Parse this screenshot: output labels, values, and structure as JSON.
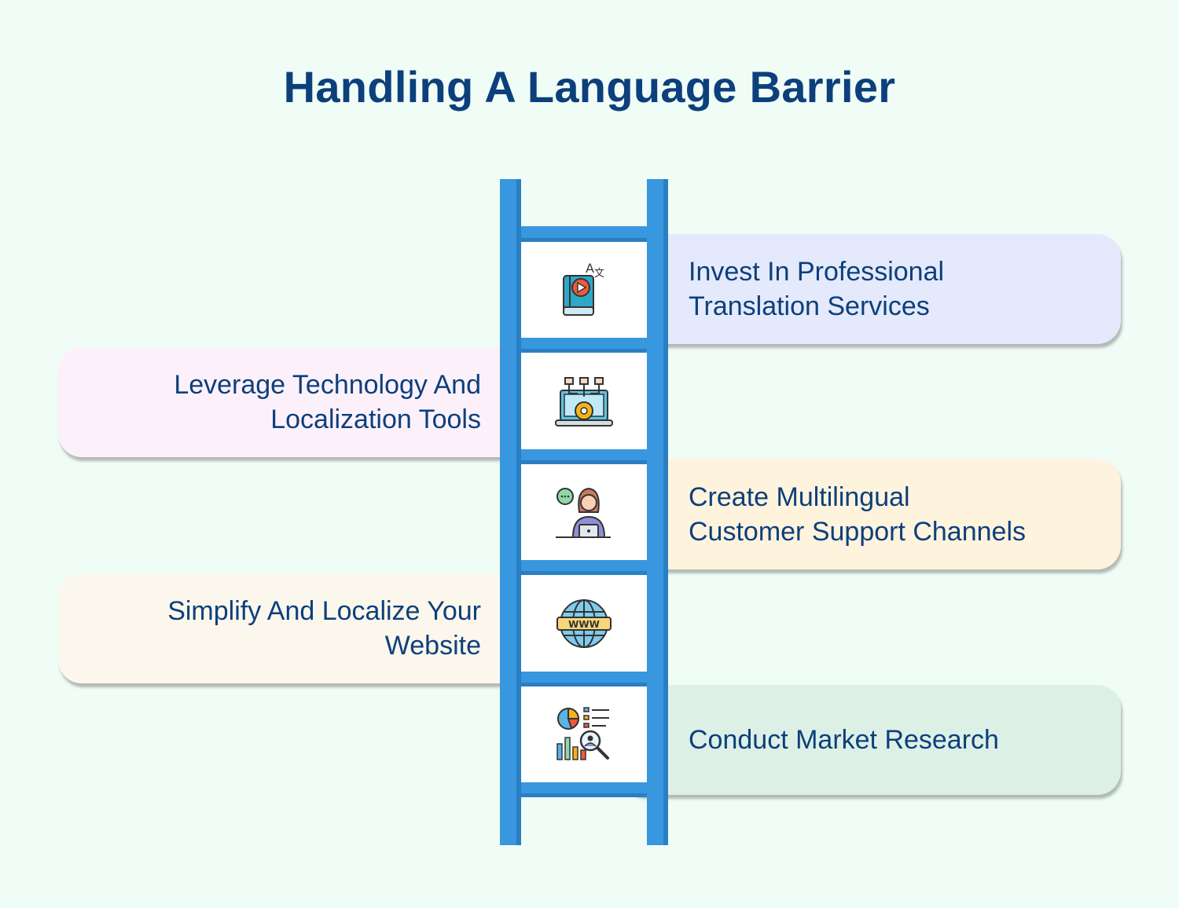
{
  "title": "Handling A Language Barrier",
  "steps": [
    {
      "label": "Invest In Professional\nTranslation Services",
      "icon": "translation-book-icon",
      "color": "#e4e9fc"
    },
    {
      "label": "Leverage Technology And\nLocalization Tools",
      "icon": "laptop-gear-icon",
      "color": "#fcf1fb"
    },
    {
      "label": "Create Multilingual\nCustomer Support Channels",
      "icon": "support-agent-icon",
      "color": "#fef3dd"
    },
    {
      "label": "Simplify And Localize Your\nWebsite",
      "icon": "www-globe-icon",
      "color": "#fbf7ec"
    },
    {
      "label": "Conduct Market Research",
      "icon": "market-research-icon",
      "color": "#ddf0e6"
    }
  ]
}
